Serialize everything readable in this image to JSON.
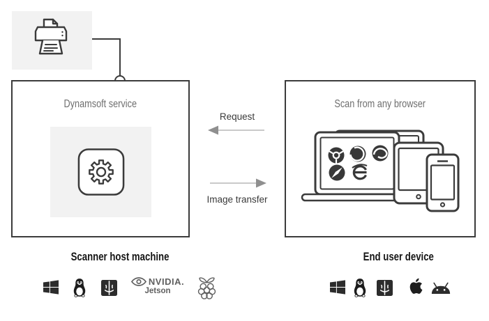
{
  "page": {
    "background": "#ffffff",
    "type": "architecture-diagram"
  },
  "scanner_host": {
    "service_box_title": "Dynamsoft service",
    "caption": "Scanner host machine",
    "attached_device": "scanner-printer",
    "platforms": [
      "Windows",
      "Linux",
      "macOS",
      "NVIDIA Jetson",
      "Raspberry Pi"
    ],
    "nvidia_brand": "NVIDIA.",
    "nvidia_product": "Jetson"
  },
  "end_user": {
    "box_title": "Scan from any browser",
    "caption": "End user device",
    "devices": [
      "laptop",
      "monitor",
      "tablet",
      "smartphone"
    ],
    "browsers": [
      "chrome",
      "firefox",
      "edge",
      "safari",
      "internet-explorer"
    ],
    "platforms": [
      "Windows",
      "Linux",
      "macOS",
      "Apple iOS",
      "Android"
    ]
  },
  "flow": {
    "request_label": "Request",
    "image_transfer_label": "Image transfer"
  },
  "colors": {
    "outline": "#3b3b3b",
    "muted_text": "#6f6f6f",
    "caption_text": "#161616",
    "arrow_line": "#c9c9c9",
    "arrow_head": "#8f8f8f",
    "tile_background": "#f2f2f2",
    "icon_dark": "#2c2c2c",
    "icon_gray": "#606060"
  }
}
